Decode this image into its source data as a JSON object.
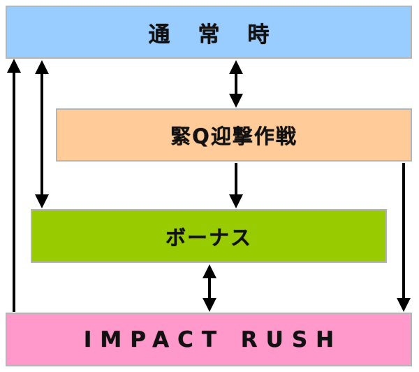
{
  "boxes": {
    "normal": {
      "label": "通常時",
      "color": "#99ccff"
    },
    "kyuq": {
      "label": "緊Q迎撃作戦",
      "color": "#ffcc99"
    },
    "bonus": {
      "label": "ボーナス",
      "color": "#99cc00"
    },
    "impact": {
      "label": "IMPACT RUSH",
      "color": "#ff99cc"
    }
  },
  "arrow_color": "#000000"
}
